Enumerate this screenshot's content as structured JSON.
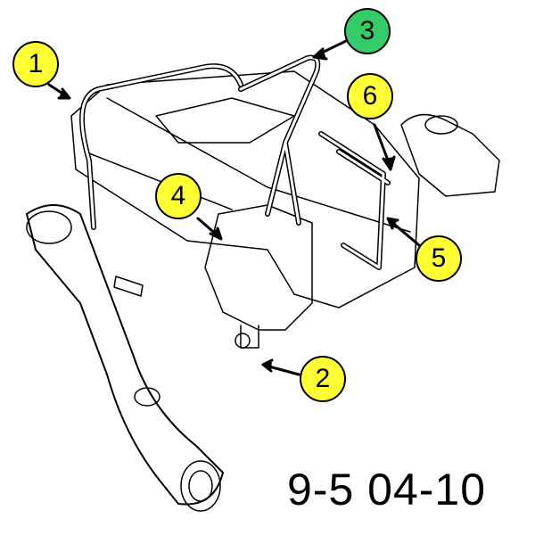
{
  "figure_id": "9-5 04-10",
  "callouts": [
    {
      "label": "1",
      "color": "#ffff33"
    },
    {
      "label": "2",
      "color": "#ffff33"
    },
    {
      "label": "3",
      "color": "#33cc66"
    },
    {
      "label": "4",
      "color": "#ffff33"
    },
    {
      "label": "5",
      "color": "#ffff33"
    },
    {
      "label": "6",
      "color": "#ffff33"
    }
  ]
}
